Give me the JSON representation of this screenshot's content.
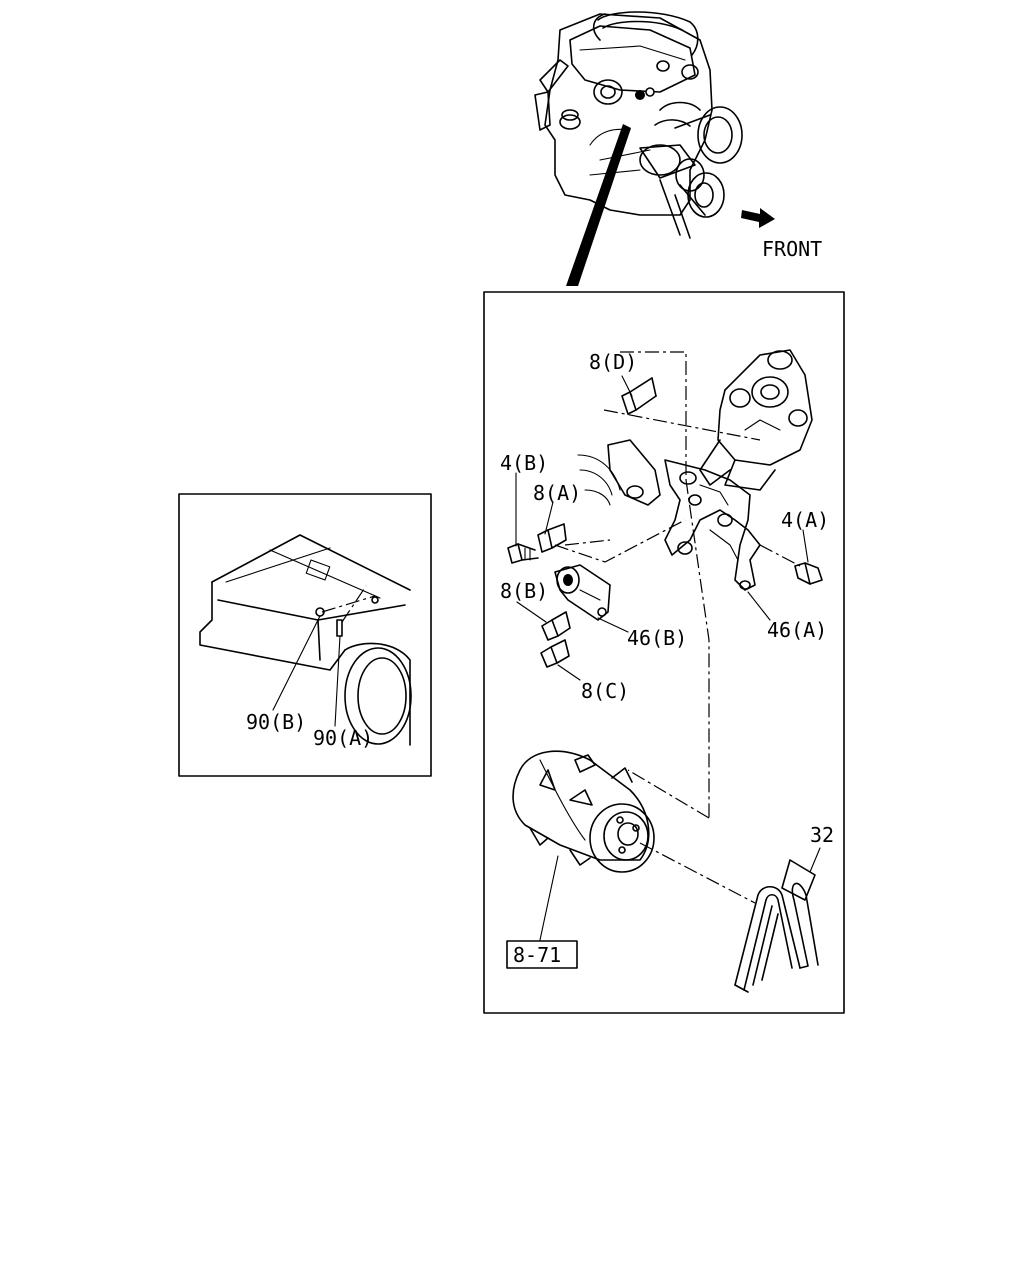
{
  "direction_label": "FRONT",
  "callouts": {
    "bolt_d": "8(D)",
    "bolt_4b": "4(B)",
    "bolt_8a": "8(A)",
    "bolt_4a": "4(A)",
    "bolt_8b": "8(B)",
    "bracket_46b": "46(B)",
    "bracket_46a": "46(A)",
    "bolt_8c": "8(C)",
    "belt_32": "32",
    "ref_box": "8-71",
    "clip_90b": "90(B)",
    "clip_90a": "90(A)"
  },
  "icons": {
    "direction": "front-arrow-icon"
  }
}
